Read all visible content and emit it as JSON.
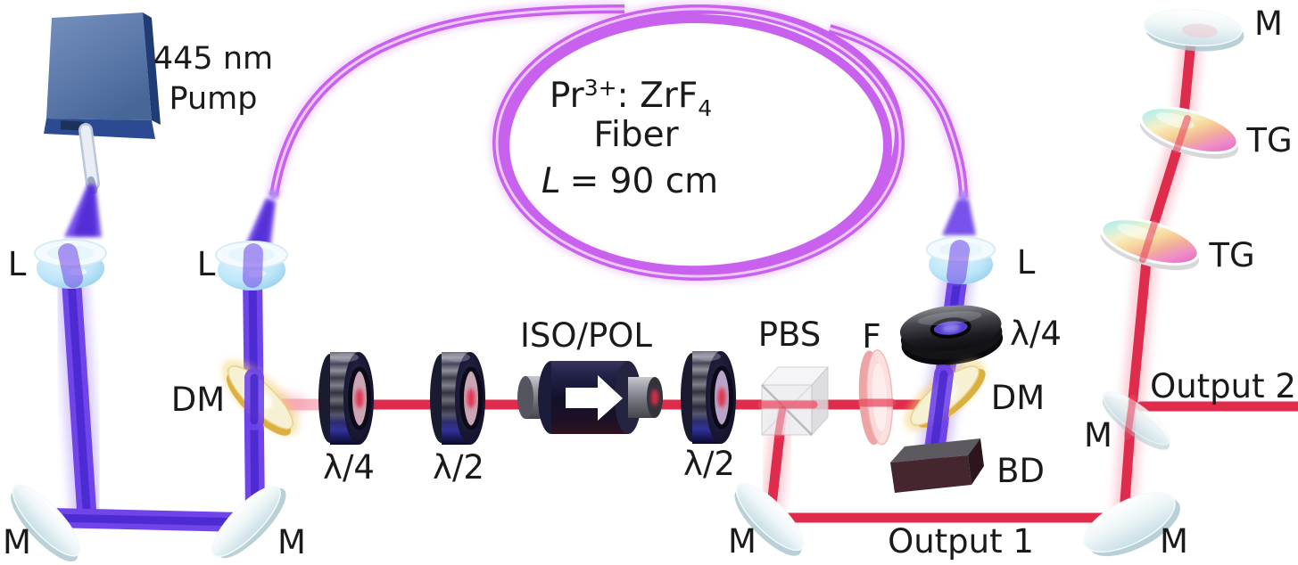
{
  "figure": {
    "background": "#ffffff"
  },
  "labels": {
    "pump_line1": "445 nm",
    "pump_line2": "Pump",
    "lens_left": "L",
    "lens_middle": "L",
    "lens_right": "L",
    "dm_left": "DM",
    "dm_right": "DM",
    "qwp_left": "λ/4",
    "hwp_left": "λ/2",
    "hwp_right": "λ/2",
    "qwp_right": "λ/4",
    "iso_pol": "ISO/POL",
    "pbs": "PBS",
    "filter": "F",
    "beam_dump": "BD",
    "mirror_bottom_left": "M",
    "mirror_bottom_middle": "M",
    "mirror_below_pbs": "M",
    "mirror_bottom_right": "M",
    "mirror_output2": "M",
    "mirror_top_right": "M",
    "tg_upper": "TG",
    "tg_lower": "TG",
    "output1": "Output 1",
    "output2": "Output 2",
    "fiber_material_base": "Pr",
    "fiber_material_sup": "3+",
    "fiber_material_rest": ": ZrF",
    "fiber_material_sub": "4",
    "fiber_line2": "Fiber",
    "fiber_length_var": "L",
    "fiber_length_rest": "= 90 cm"
  },
  "colors": {
    "pump_beam": "#6f44e9",
    "signal_beam": "#e02c4c",
    "fiber": "#c861ee",
    "pump_box": "#5f7cad",
    "dichroic": "#f7f1d4",
    "mirror": "#e9f4f6",
    "grating_iridescent": [
      "#7edcf2",
      "#f6f0c6",
      "#ee8cc8"
    ]
  }
}
